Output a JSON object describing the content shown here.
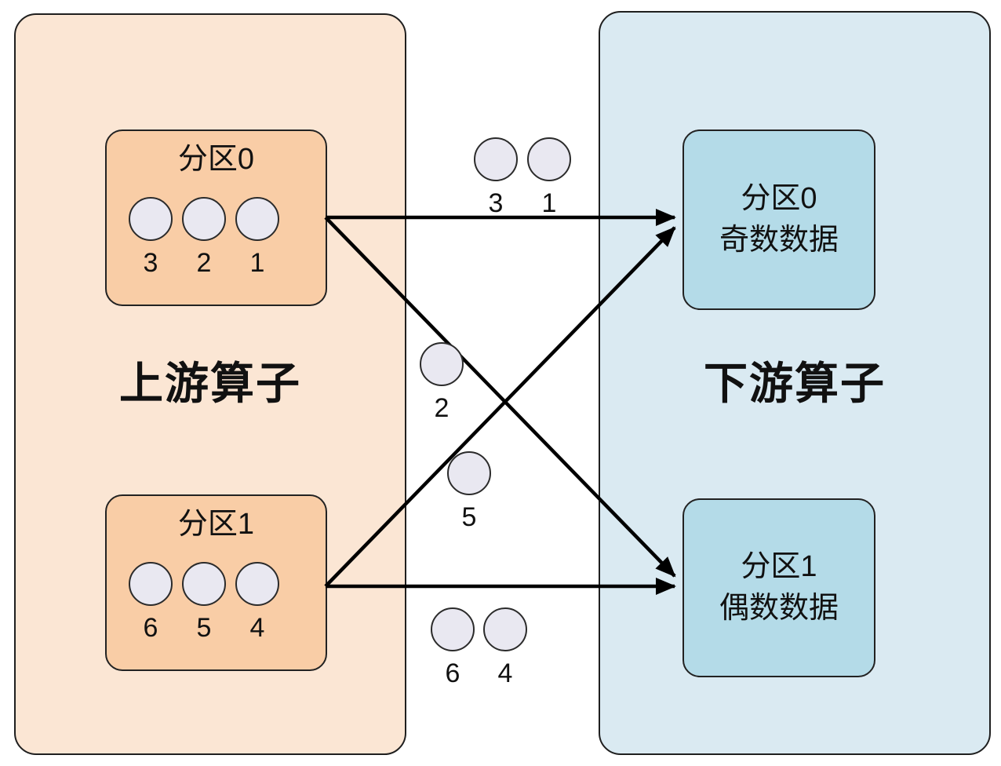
{
  "colors": {
    "upstreamOuter": "#fbe6d4",
    "upstreamInner": "#f9cda6",
    "downstreamOuter": "#daeaf2",
    "downstreamInner": "#b4dbe8",
    "recordFill": "#e9e8f1",
    "arrow": "#000000"
  },
  "upstream": {
    "title": "上游算子",
    "partitions": [
      {
        "label": "分区0",
        "records": [
          "3",
          "2",
          "1"
        ]
      },
      {
        "label": "分区1",
        "records": [
          "6",
          "5",
          "4"
        ]
      }
    ]
  },
  "downstream": {
    "title": "下游算子",
    "partitions": [
      {
        "label": "分区0",
        "sublabel": "奇数数据"
      },
      {
        "label": "分区1",
        "sublabel": "偶数数据"
      }
    ]
  },
  "inflight": [
    {
      "label": "3"
    },
    {
      "label": "1"
    },
    {
      "label": "2"
    },
    {
      "label": "5"
    },
    {
      "label": "6"
    },
    {
      "label": "4"
    }
  ]
}
